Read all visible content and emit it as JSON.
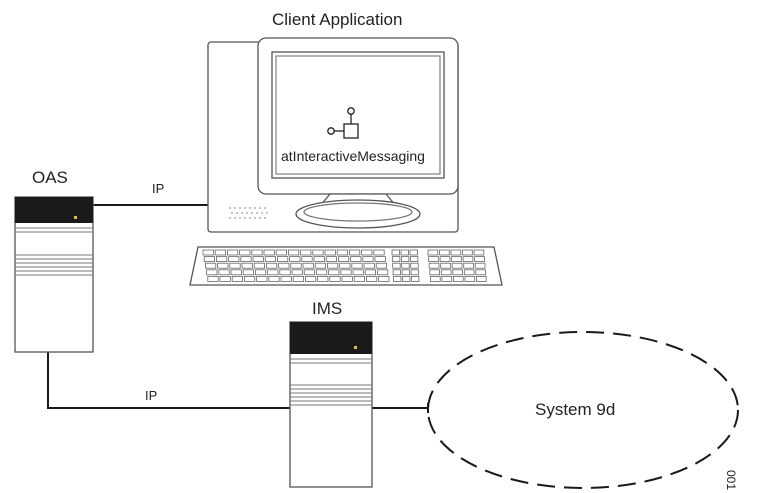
{
  "labels": {
    "client_application": "Client Application",
    "component": "atInteractiveMessaging",
    "oas": "OAS",
    "ims": "IMS",
    "ip_top": "IP",
    "ip_bottom": "IP",
    "network": "System 9d",
    "figure_number": "001"
  },
  "colors": {
    "line": "#1a1a1a",
    "server_top": "#1a1a1a",
    "indicator": "#d8c23a",
    "background": "#ffffff"
  }
}
